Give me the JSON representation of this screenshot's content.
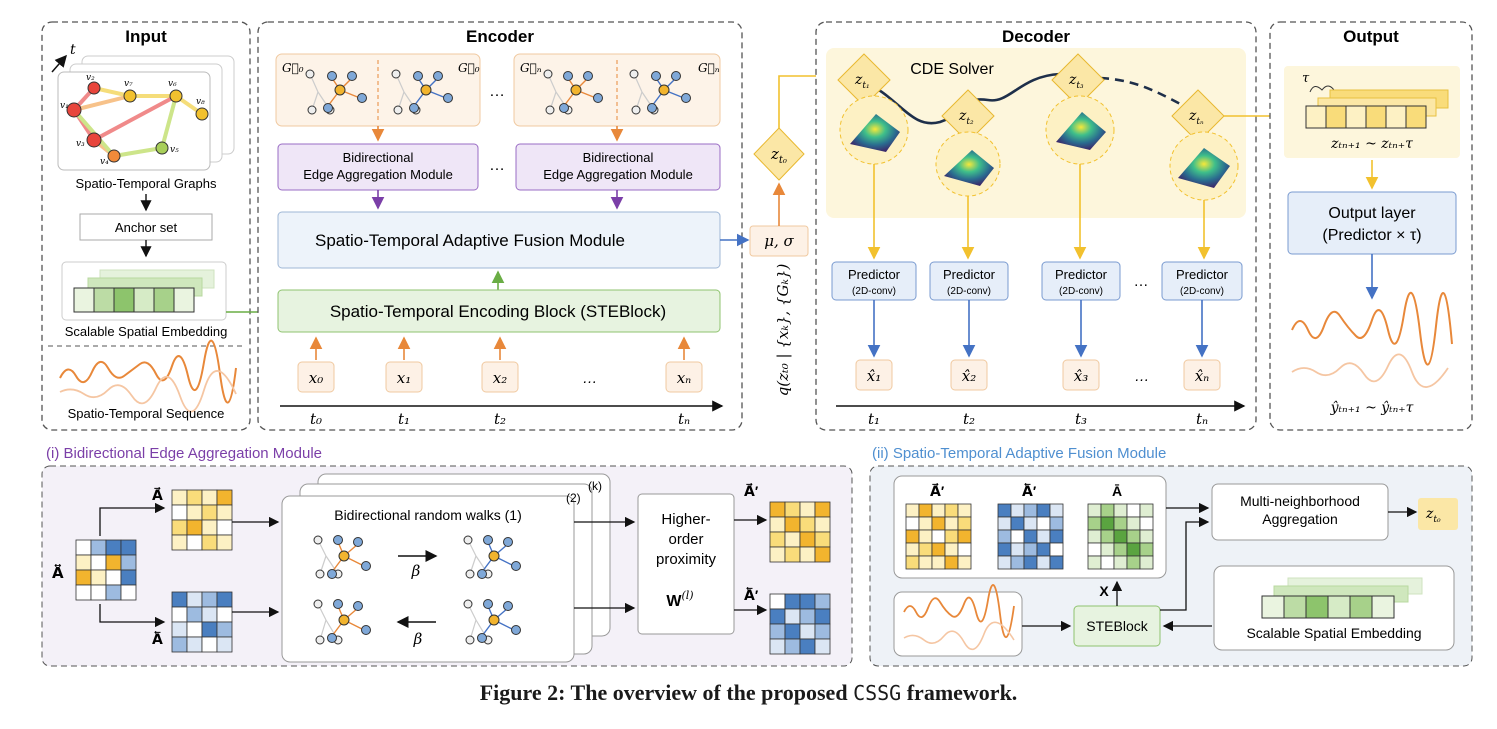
{
  "input": {
    "title": "Input",
    "t_axis": "t",
    "graph_nodes": [
      "v₁",
      "v₂",
      "v₃",
      "v₄",
      "v₅",
      "v₆",
      "v₇",
      "v₈"
    ],
    "graph_label": "Spatio-Temporal Graphs",
    "anchor_label": "Anchor set",
    "embedding_label": "Scalable Spatial Embedding",
    "sequence_label": "Spatio-Temporal Sequence"
  },
  "encoder": {
    "title": "Encoder",
    "graph_fwd_0": "G⃗₀",
    "graph_bwd_0": "G⃖₀",
    "graph_fwd_n": "G⃗ₙ",
    "graph_bwd_n": "G⃖ₙ",
    "dots": "…",
    "beam_label": "Bidirectional\nEdge Aggregation Module",
    "fusion_label": "Spatio-Temporal Adaptive Fusion Module",
    "steblock_label": "Spatio-Temporal Encoding Block (STEBlock)",
    "inputs": [
      "x₀",
      "x₁",
      "x₂",
      "…",
      "xₙ"
    ],
    "times": [
      "t₀",
      "t₁",
      "t₂",
      "tₙ"
    ]
  },
  "middle": {
    "mu_sigma": "μ, σ",
    "z0": "z",
    "z0_sub": "t₀",
    "posterior": "q(zₜ₀ | {xₖ}, {Gₖ})"
  },
  "decoder": {
    "title": "Decoder",
    "solver_label": "CDE Solver",
    "z_subs": [
      "t₁",
      "t₂",
      "t₃",
      "tₙ"
    ],
    "predictor_label": "Predictor",
    "predictor_sub": "(2D-conv)",
    "outputs": [
      "x̂₁",
      "x̂₂",
      "x̂₃",
      "…",
      "x̂ₙ"
    ],
    "times": [
      "t₁",
      "t₂",
      "t₃",
      "tₙ"
    ]
  },
  "output": {
    "title": "Output",
    "tau": "τ",
    "z_range": "zₜₙ₊₁ ~ zₜₙ₊τ",
    "layer_label": "Output layer\n(Predictor × τ)",
    "y_range": "ŷₜₙ₊₁ ~ ŷₜₙ₊τ"
  },
  "panel_i": {
    "title": "(i) Bidirectional Edge Aggregation Module",
    "a_bi": "A⃡",
    "a_fwd": "A⃗",
    "a_bwd": "A⃖",
    "walks_label": "Bidirectional random walks (1)",
    "stack_2": "(2)",
    "stack_k": "(k)",
    "beta": "β",
    "proximity_label": "Higher-\norder\nproximity",
    "w_label": "W",
    "w_sup": "(l)",
    "a_fwd_prime": "A⃗′",
    "a_bwd_prime": "A⃖′"
  },
  "panel_ii": {
    "title": "(ii) Spatio-Temporal Adaptive Fusion Module",
    "m1": "A⃗′",
    "m2": "A⃖′",
    "m3": "Ā",
    "x_label": "X",
    "aggregation_label": "Multi-neighborhood\nAggregation",
    "z0": "z",
    "z0_sub": "t₀",
    "steblock_label": "STEBlock",
    "embedding_label": "Scalable Spatial Embedding"
  },
  "caption": {
    "prefix": "Figure 2: The overview of the proposed",
    "name": "CSSG",
    "suffix": "framework."
  },
  "colors": {
    "orange_arrow": "#e8883a",
    "purple": "#7b3fa8",
    "green": "#6aad45",
    "blue": "#4472c4",
    "yellow": "#f2c12e",
    "panel_bg": "#f4f1f8",
    "panel2_bg": "#eef2f7"
  }
}
